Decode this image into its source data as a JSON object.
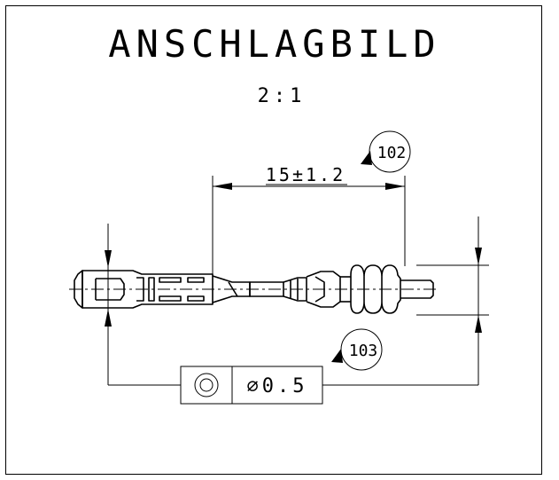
{
  "drawing": {
    "title": "ANSCHLAGBILD",
    "scale": "2:1",
    "dimension_label": "15±1.2",
    "balloons": [
      "102",
      "103"
    ],
    "tolerance_frame": {
      "symbol_icon": "concentricity-icon",
      "value": "⌀0.5"
    }
  }
}
